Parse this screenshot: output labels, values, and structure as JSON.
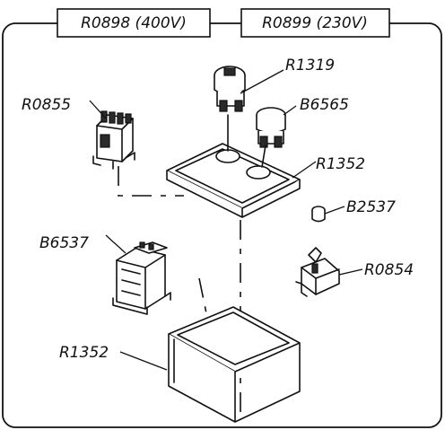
{
  "header": {
    "left_code": "R0898 (400V)",
    "right_code": "R0899 (230V)"
  },
  "parts": {
    "contactor": "R0855",
    "selector_switch": "R1319",
    "push_button": "B6565",
    "cover_plate": "R1352",
    "cap": "B2537",
    "transformer": "B6537",
    "fuse_holder": "R0854",
    "enclosure": "R1352"
  }
}
